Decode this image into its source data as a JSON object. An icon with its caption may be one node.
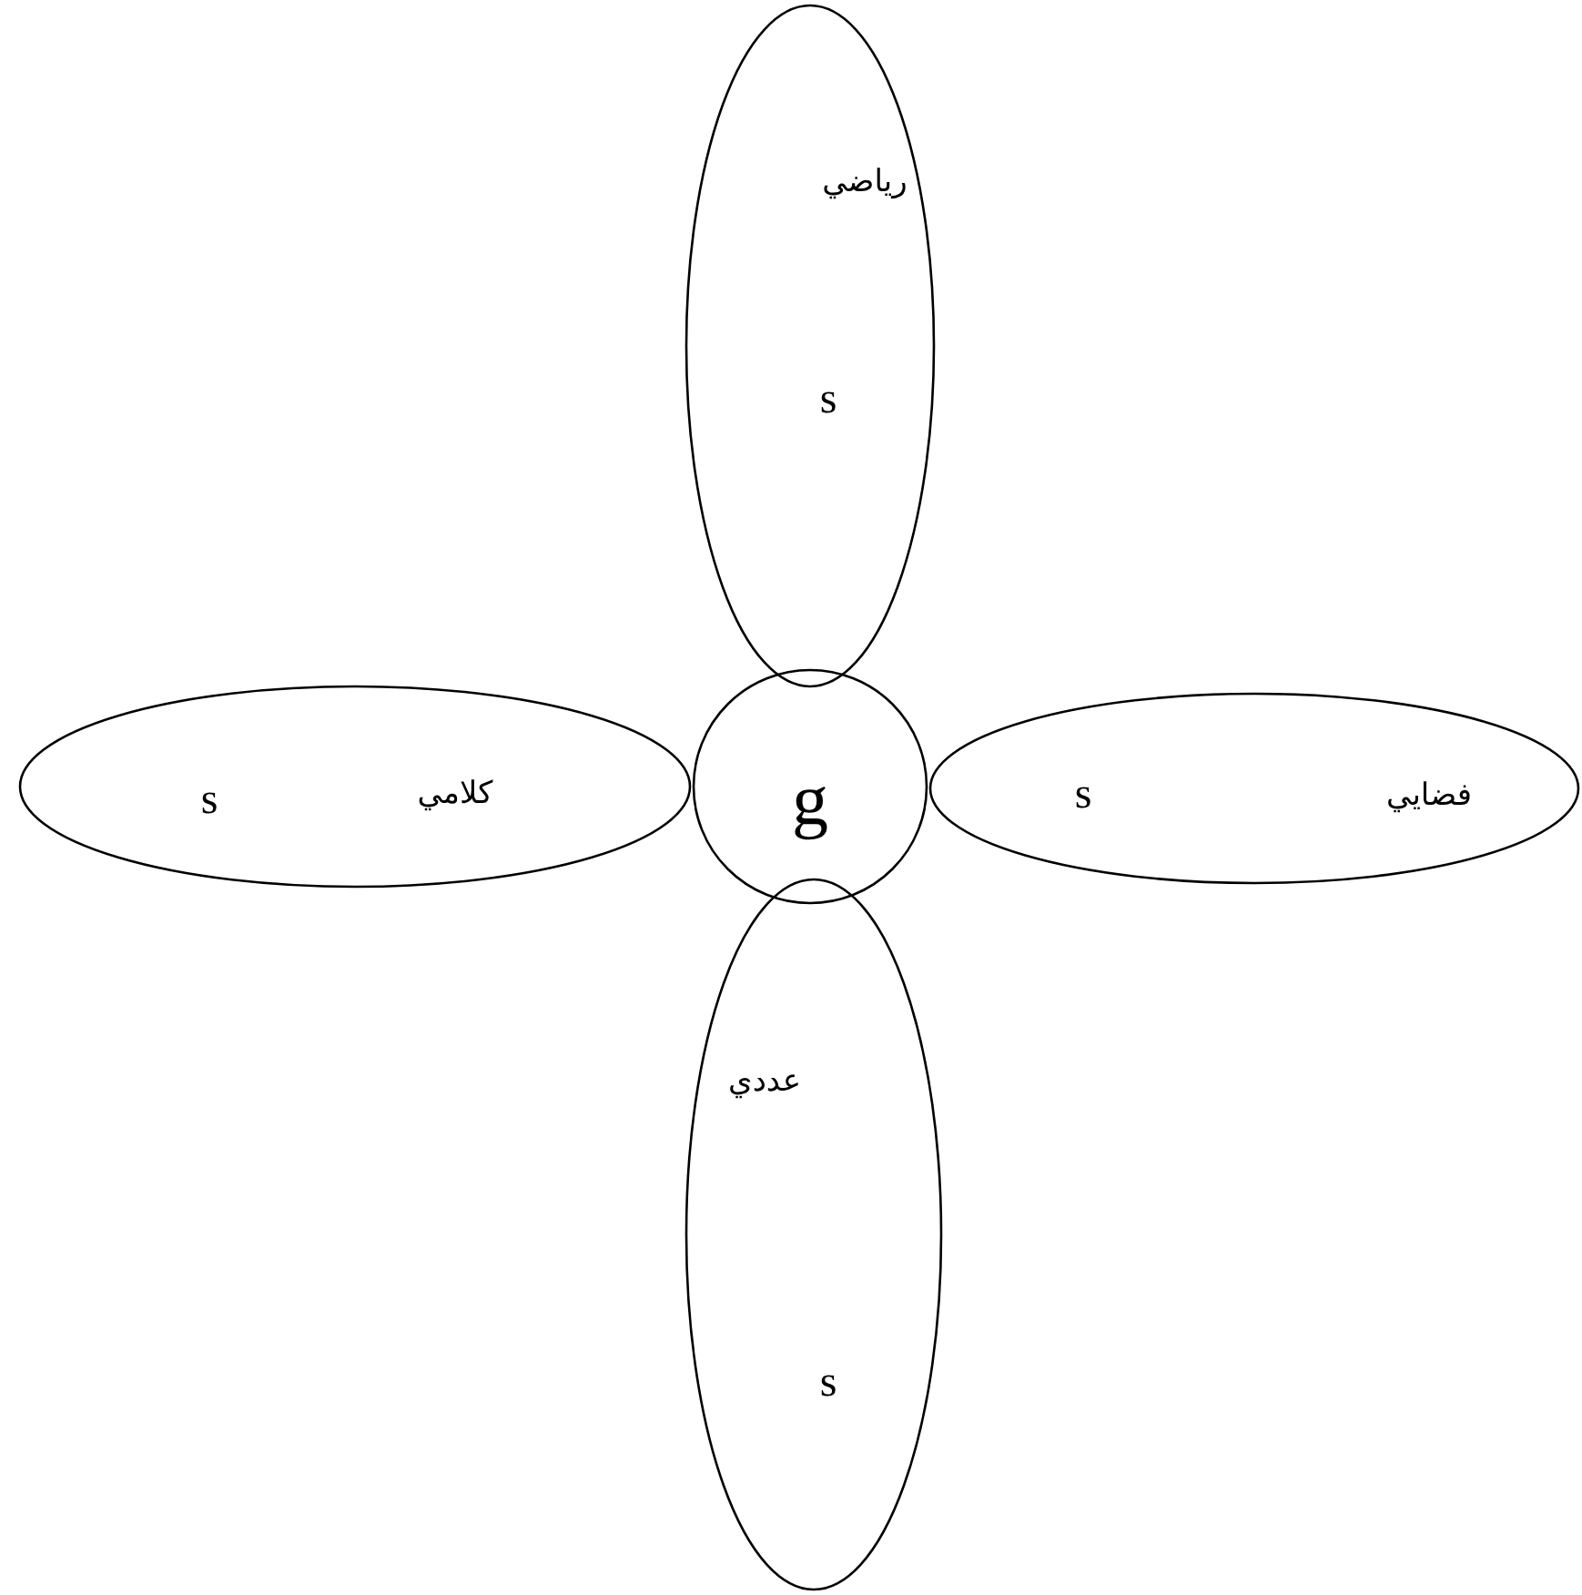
{
  "diagram": {
    "nodes": [
      {
        "text": [
          "رياضي",
          "s"
        ]
      },
      {
        "text": [
          "كلامي",
          "s"
        ]
      },
      {
        "text": [
          "g"
        ]
      },
      {
        "text": [
          "فضايي",
          "s"
        ]
      },
      {
        "text": [
          "عددي",
          "s"
        ]
      }
    ]
  }
}
